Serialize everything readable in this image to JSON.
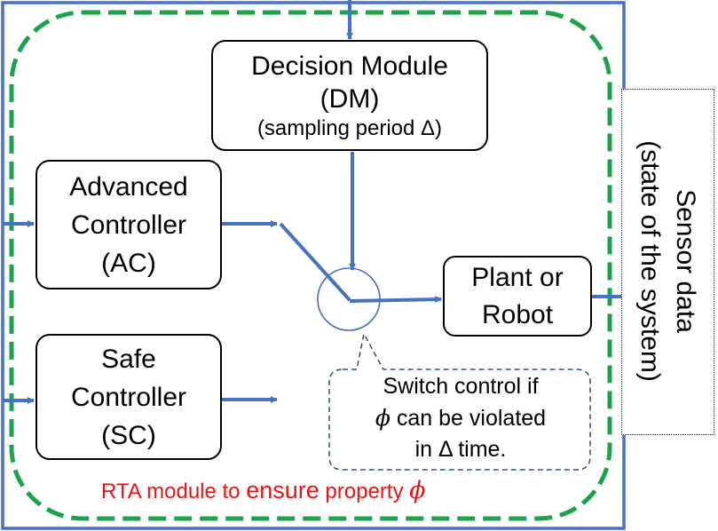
{
  "decision_module": {
    "line1": "Decision Module",
    "line2": "(DM)",
    "line3": "(sampling period Δ)"
  },
  "advanced_controller": {
    "line1": "Advanced",
    "line2": "Controller",
    "line3": "(AC)"
  },
  "safe_controller": {
    "line1": "Safe",
    "line2": "Controller",
    "line3": "(SC)"
  },
  "plant": {
    "line1": "Plant or",
    "line2": "Robot"
  },
  "sensor": {
    "line1": "Sensor data",
    "line2": "(state of the system)"
  },
  "callout": {
    "line1": "Switch control if",
    "line2_symbol": "ϕ",
    "line2_rest": " can be violated",
    "line3": "in Δ time."
  },
  "rta_label": {
    "part1": "RTA module to ",
    "part2": "ensure",
    "part3": " property ",
    "symbol": "ϕ"
  },
  "colors": {
    "connector": "#4472c4",
    "rta_boundary": "#1ca34a",
    "rta_text": "#ee1111",
    "box_border": "#000000"
  }
}
